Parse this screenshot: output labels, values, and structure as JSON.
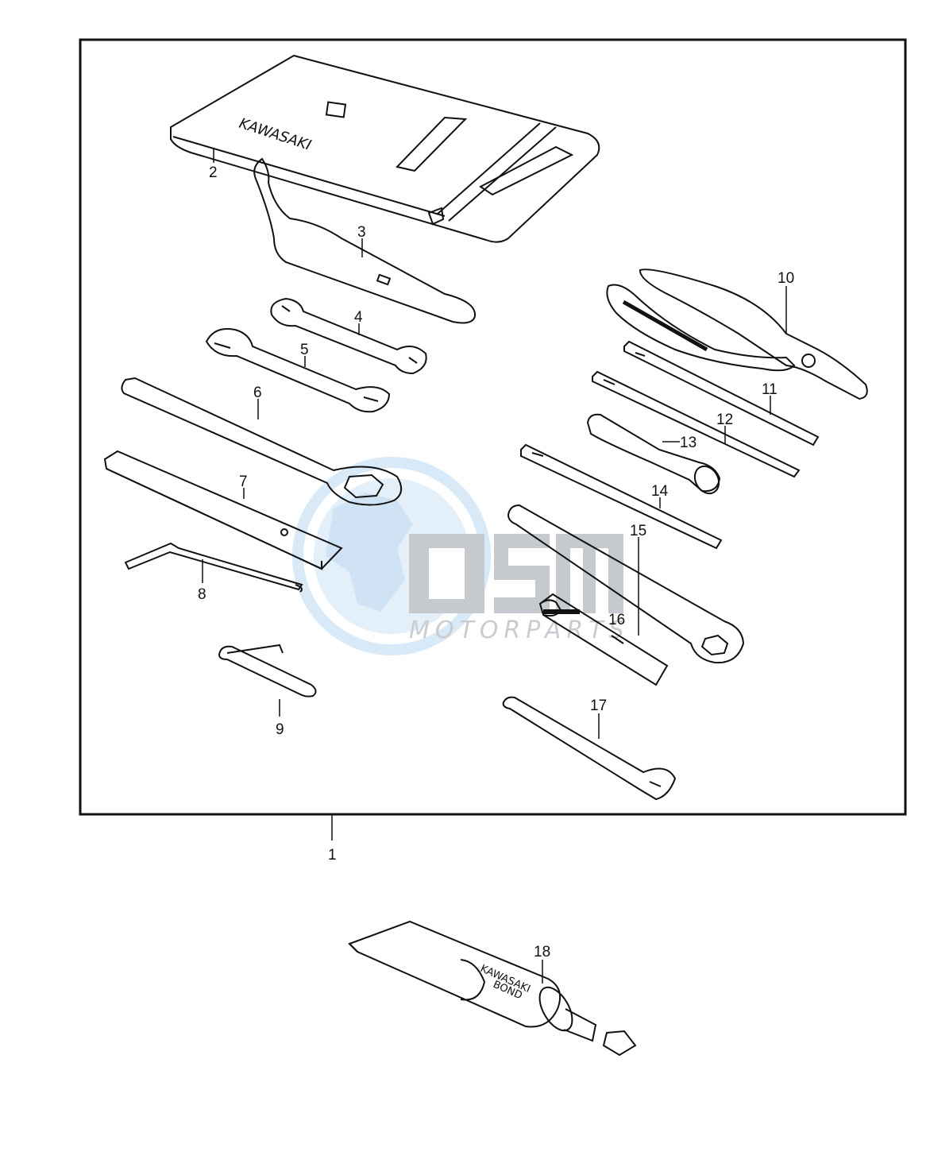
{
  "diagram": {
    "callouts": [
      {
        "id": "1",
        "text": "1"
      },
      {
        "id": "2",
        "text": "2"
      },
      {
        "id": "3",
        "text": "3"
      },
      {
        "id": "4",
        "text": "4"
      },
      {
        "id": "5",
        "text": "5"
      },
      {
        "id": "6",
        "text": "6"
      },
      {
        "id": "7",
        "text": "7"
      },
      {
        "id": "8",
        "text": "8"
      },
      {
        "id": "9",
        "text": "9"
      },
      {
        "id": "10",
        "text": "10"
      },
      {
        "id": "11",
        "text": "11"
      },
      {
        "id": "12",
        "text": "12"
      },
      {
        "id": "13",
        "text": "13"
      },
      {
        "id": "14",
        "text": "14"
      },
      {
        "id": "15",
        "text": "15"
      },
      {
        "id": "16",
        "text": "16"
      },
      {
        "id": "17",
        "text": "17"
      },
      {
        "id": "18",
        "text": "18"
      }
    ],
    "pouch_brand": "KAWASAKI",
    "tube_brand_line1": "KAWASAKI",
    "tube_brand_line2": "BOND"
  },
  "watermark": {
    "logo_text": "OSM",
    "sub_text": "MOTORPARTS"
  },
  "colors": {
    "line": "#111111",
    "watermark_blue": "#d6e8f6",
    "watermark_gray": "#c3c6ca"
  }
}
